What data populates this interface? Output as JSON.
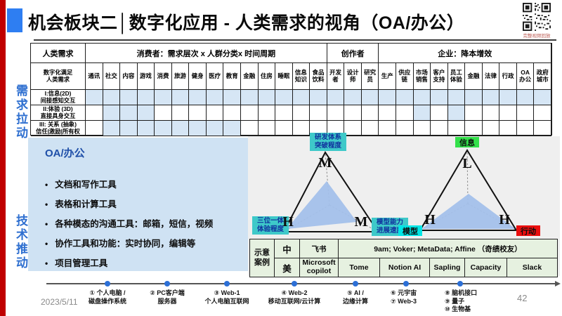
{
  "header": {
    "title": "机会板块二│数字化应用 - 人类需求的视角（OA/办公）",
    "qr_caption": "完整视频回放"
  },
  "side_labels": {
    "demand": "需求拉动",
    "tech": "技术推动"
  },
  "matrix": {
    "corner_top": "人类需求",
    "corner_bottom": "数字化满足\n人类需求",
    "groups": [
      {
        "label": "消费者：需求层次 x 人群分类x 时间周期",
        "span": 14
      },
      {
        "label": "创作者",
        "span": 3
      },
      {
        "label": "企业：降本增效",
        "span": 10
      }
    ],
    "columns": [
      "通讯",
      "社交",
      "内容",
      "游戏",
      "消费",
      "旅游",
      "健身",
      "医疗",
      "教育",
      "金融",
      "住房",
      "睡眠",
      "信息\n知识",
      "食品\n饮料",
      "开发\n者",
      "设计\n师",
      "研究\n员",
      "生产",
      "供应\n链",
      "市场\n销售",
      "客户\n支持",
      "员工\n体验",
      "金融",
      "法律",
      "行政",
      "OA\n办公",
      "政府\n城市"
    ],
    "rows": [
      {
        "label": "I:信息(2D)\n间接感知交互",
        "shaded": [
          1,
          2,
          3,
          4,
          5,
          6,
          7,
          8,
          9,
          10,
          11,
          12,
          13,
          14,
          15,
          16,
          17,
          18,
          19,
          20,
          21,
          22,
          23,
          24,
          25,
          26,
          27
        ]
      },
      {
        "label": "II:体验 (3D)\n直接具身交互",
        "shaded": [
          2,
          3,
          4,
          20,
          22
        ]
      },
      {
        "label": "III: 关系 (抽象)\n信任|激励|所有权",
        "shaded": [
          2,
          3,
          4,
          5,
          6,
          7,
          8,
          9
        ]
      }
    ]
  },
  "oa_panel": {
    "title": "OA/办公",
    "bullets": [
      "文档和写作工具",
      "表格和计算工具",
      "各种模态的沟通工具：邮箱，短信，视频",
      "协作工具和功能：实时协同，编辑等",
      "项目管理工具"
    ]
  },
  "radar": {
    "left": {
      "top_axis": "研发体系\n突破程度",
      "top_value": "M",
      "left_axis": "三位一体\n体验程度",
      "left_value": "H",
      "right_axis": "模型能力\n进展速度",
      "right_value": "M",
      "axis_chip_bg": "#3ec9c9",
      "axis_chip_text": "#10309e"
    },
    "right": {
      "top_axis": "信息",
      "top_value": "L",
      "top_chip_bg": "#33e04a",
      "left_axis": "模型",
      "left_value": "H",
      "left_chip_bg": "#00e6e6",
      "right_axis": "行动",
      "right_value": "H",
      "right_chip_bg": "#ea0e0e"
    }
  },
  "examples": {
    "header": "示意\n案例",
    "row_cn": {
      "region": "中",
      "cells": [
        "飞书",
        "9am; Voker; MetaData; Affine （奇绩校友）"
      ]
    },
    "row_us": {
      "region": "美",
      "cells": [
        "Microsoft\ncopilot",
        "Tome",
        "Notion AI",
        "Sapling",
        "Capacity",
        "Slack"
      ]
    }
  },
  "timeline": {
    "items": [
      {
        "label": "① 个人电脑 /\n磁盘操作系统"
      },
      {
        "label": "② PC客户端\n服务器"
      },
      {
        "label": "③ Web-1\n个人电脑互联网"
      },
      {
        "label": "④ Web-2\n移动互联网/云计算"
      },
      {
        "label": "⑤ AI /\n边缘计算"
      },
      {
        "label": "⑥ 元宇宙\n⑦ Web-3"
      },
      {
        "label": "⑧ 脑机接口\n⑨ 量子\n⑩ 生物基"
      }
    ]
  },
  "footer": {
    "date": "2023/5/11",
    "page": "42"
  }
}
